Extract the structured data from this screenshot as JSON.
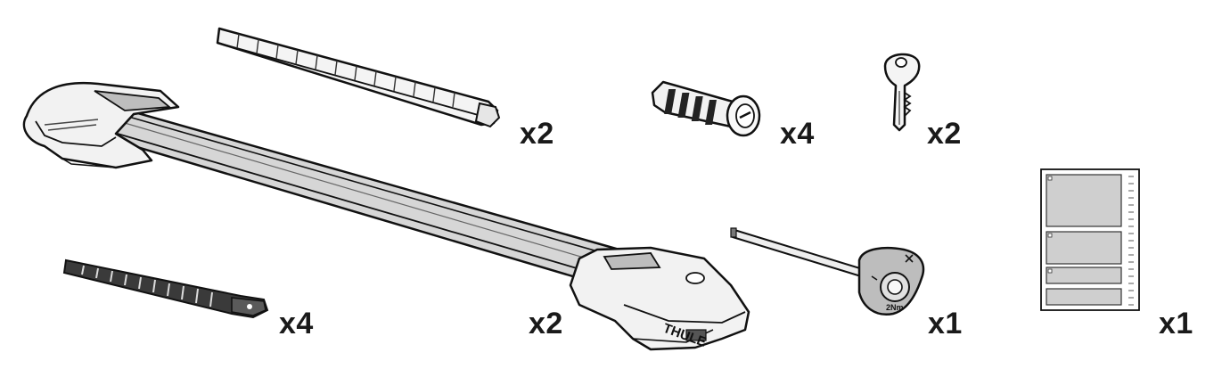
{
  "parts": [
    {
      "id": "crossbar",
      "quantity": "x2",
      "brand": "THULE"
    },
    {
      "id": "rubber-strip",
      "quantity": "x2"
    },
    {
      "id": "lock-cylinder",
      "quantity": "x4"
    },
    {
      "id": "key",
      "quantity": "x2"
    },
    {
      "id": "strap",
      "quantity": "x4"
    },
    {
      "id": "torque-tool",
      "quantity": "x1",
      "torque_label": "2Nm"
    },
    {
      "id": "instruction-manual",
      "quantity": "x1"
    }
  ]
}
